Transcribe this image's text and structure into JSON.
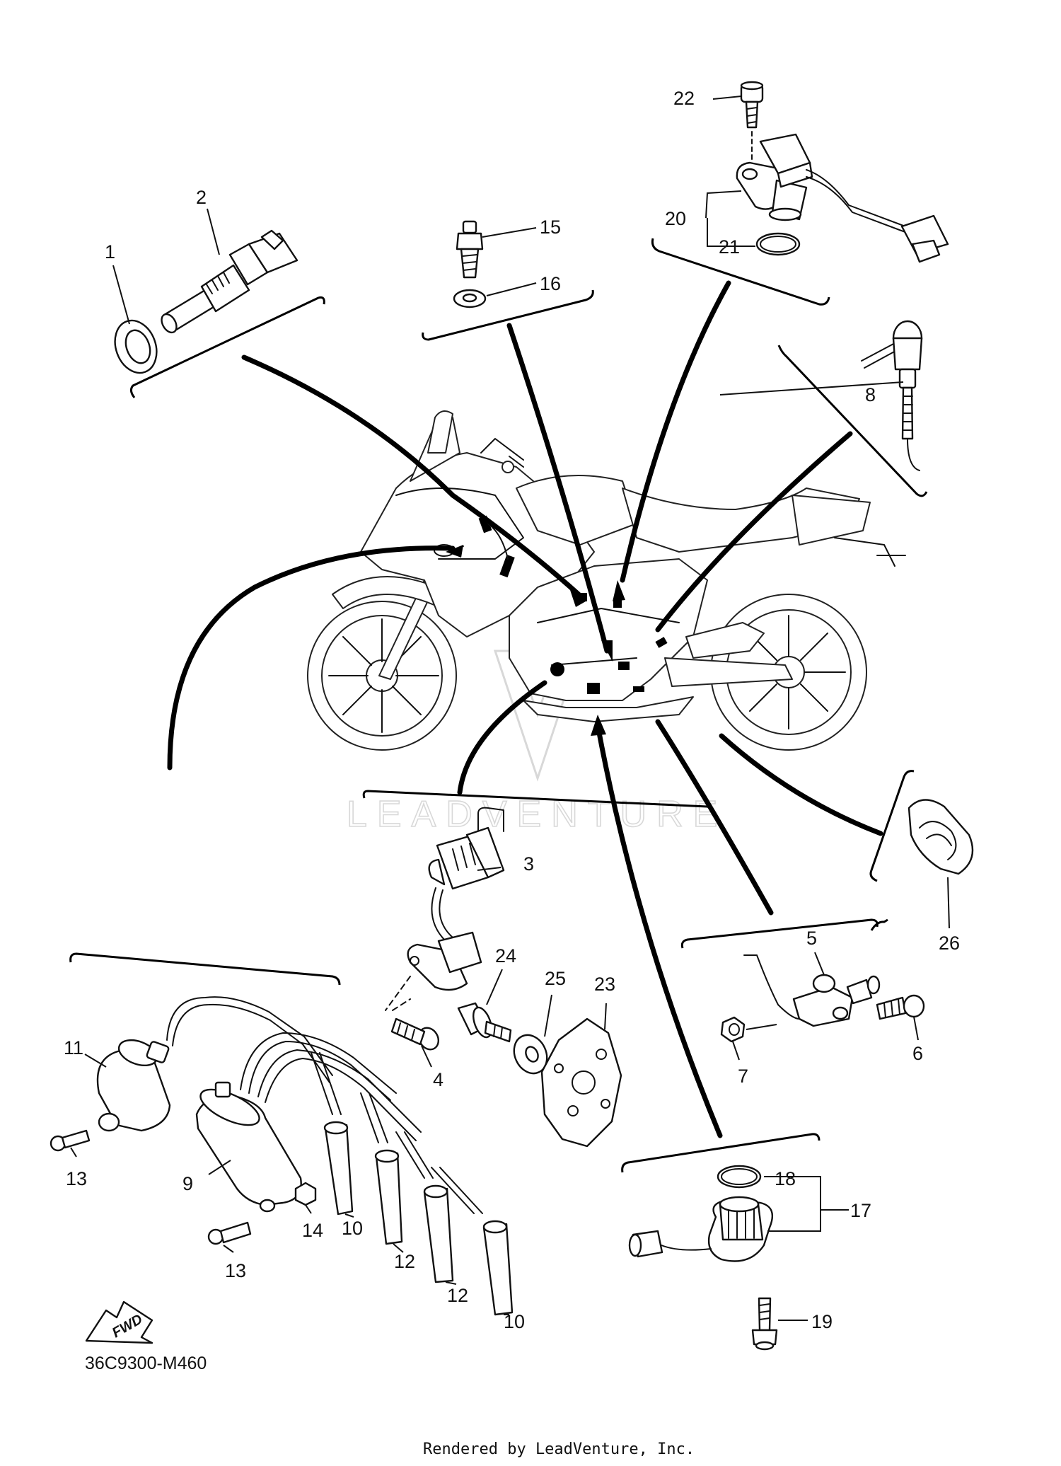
{
  "diagram": {
    "code": "36C9300-M460",
    "credit": "Rendered by LeadVenture, Inc.",
    "watermark": "LEADVENTURE",
    "fwd_label": "FWD",
    "part_labels": [
      "1",
      "2",
      "3",
      "4",
      "5",
      "6",
      "7",
      "8",
      "9",
      "10",
      "10",
      "11",
      "12",
      "12",
      "13",
      "13",
      "14",
      "15",
      "16",
      "17",
      "18",
      "19",
      "20",
      "21",
      "22",
      "23",
      "24",
      "25",
      "26"
    ]
  }
}
